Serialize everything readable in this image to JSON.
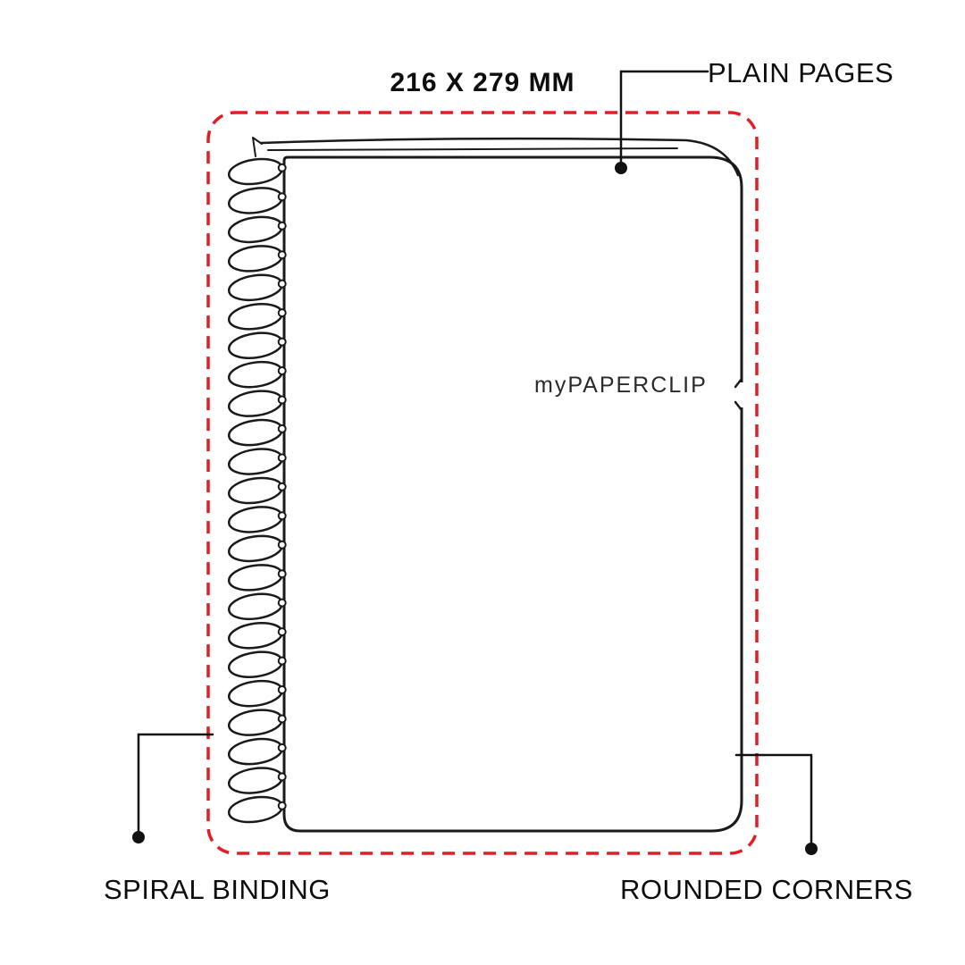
{
  "diagram": {
    "dimension_label": "216 X 279 MM",
    "brand": "myPAPERCLIP",
    "callouts": [
      {
        "id": "plain-pages",
        "label": "PLAIN PAGES"
      },
      {
        "id": "spiral-binding",
        "label": "SPIRAL BINDING"
      },
      {
        "id": "rounded-corners",
        "label": "ROUNDED CORNERS"
      }
    ],
    "colors": {
      "outline": "#1a1a1a",
      "dashed_border": "#e01e26",
      "dot": "#111111",
      "background": "#ffffff"
    }
  }
}
